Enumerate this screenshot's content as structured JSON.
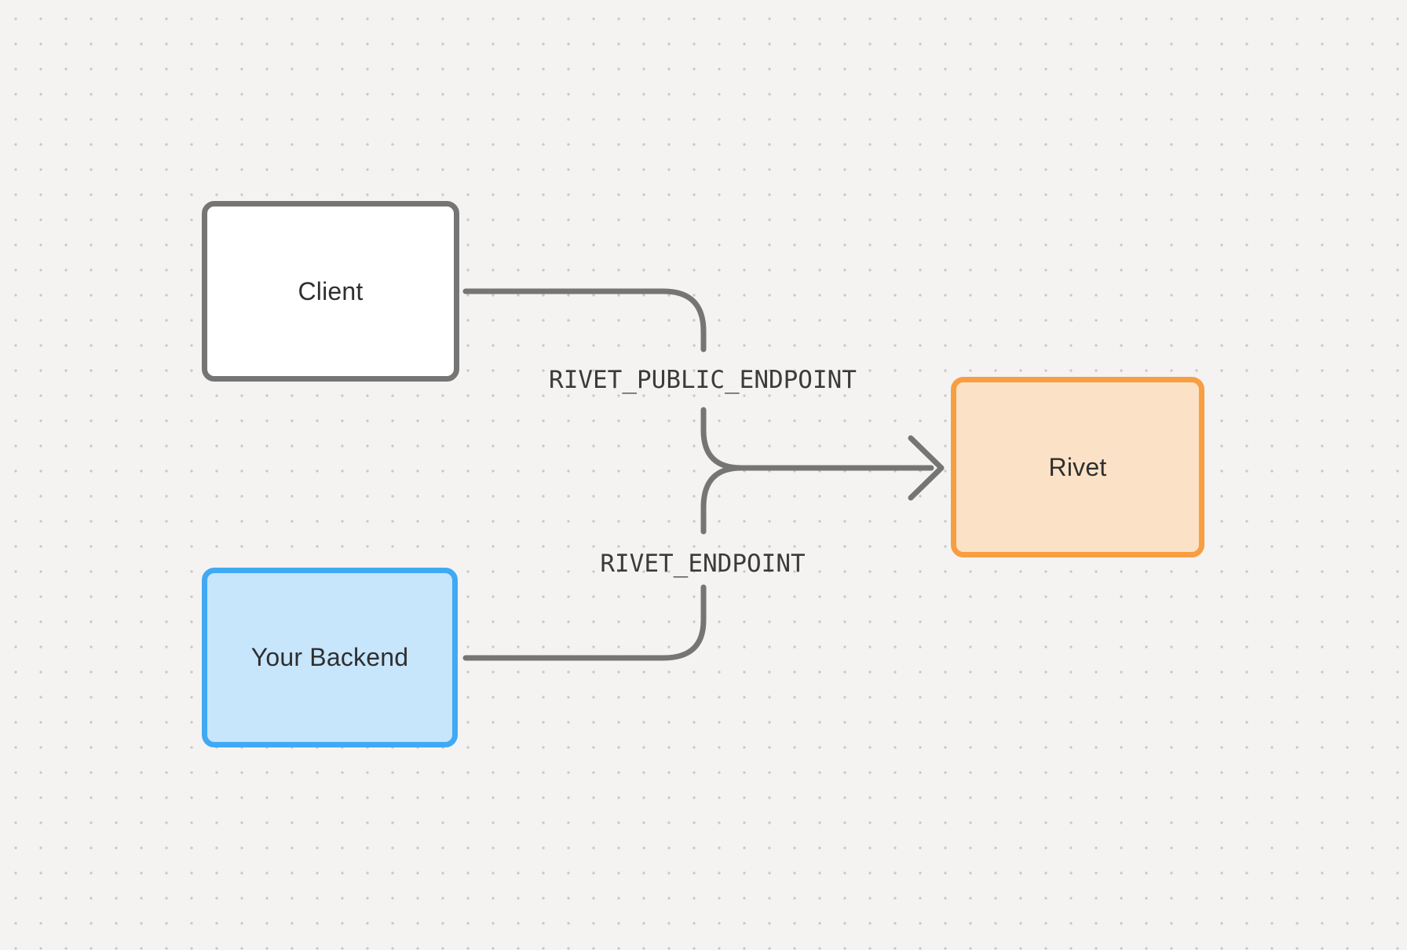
{
  "canvas": {
    "background_color": "#f4f3f2",
    "dot_color": "#c9c9c9",
    "line_color": "#757575"
  },
  "nodes": {
    "client": {
      "label": "Client",
      "fill": "#ffffff",
      "border": "#757575"
    },
    "backend": {
      "label": "Your Backend",
      "fill": "#c7e5fb",
      "border": "#3fa9f4"
    },
    "rivet": {
      "label": "Rivet",
      "fill": "#fbe2c6",
      "border": "#f89e42"
    }
  },
  "edges": {
    "client_to_rivet_label": "RIVET_PUBLIC_ENDPOINT",
    "backend_to_rivet_label": "RIVET_ENDPOINT"
  }
}
